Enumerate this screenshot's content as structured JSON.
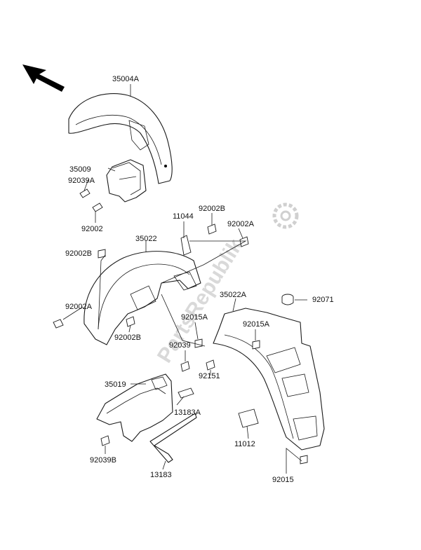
{
  "diagram": {
    "watermark": "PartsRepublik",
    "labels": {
      "l35004A": "35004A",
      "l35009": "35009",
      "l92039A": "92039A",
      "l92002": "92002",
      "l11044": "11044",
      "l92002B_top": "92002B",
      "l92002A_top": "92002A",
      "l35022": "35022",
      "l92002B_left": "92002B",
      "l92002A_left": "92002A",
      "l92002B_bottom": "92002B",
      "l35022A": "35022A",
      "l92071": "92071",
      "l92015A_a": "92015A",
      "l92015A_b": "92015A",
      "l92039": "92039",
      "l92151": "92151",
      "l35019": "35019",
      "l13183A": "13183A",
      "l11012": "11012",
      "l92039B": "92039B",
      "l13183": "13183",
      "l92015": "92015"
    }
  }
}
